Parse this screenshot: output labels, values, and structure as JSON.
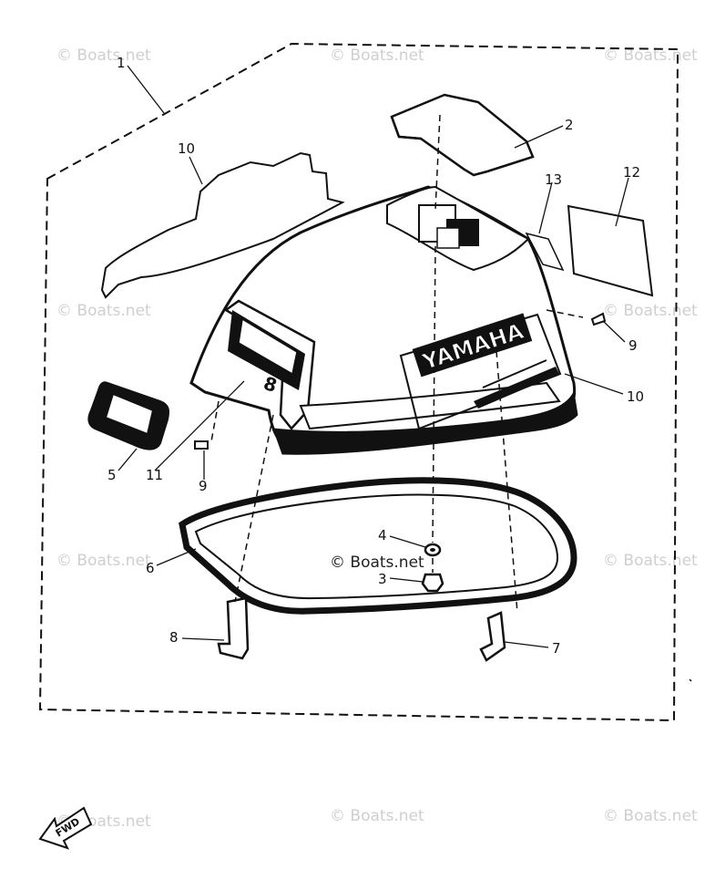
{
  "callouts": {
    "c1": "1",
    "c2": "2",
    "c3": "3",
    "c4": "4",
    "c5": "5",
    "c6": "6",
    "c7": "7",
    "c8": "8",
    "c9a": "9",
    "c9b": "9",
    "c10a": "10",
    "c10b": "10",
    "c11": "11",
    "c12": "12",
    "c13": "13"
  },
  "brand": "YAMAHA",
  "badge_number": "8",
  "fwd_label": "FWD",
  "watermark": "© Boats.net",
  "colors": {
    "line": "#111111",
    "watermark": "#cfcfcf",
    "background": "#ffffff"
  }
}
